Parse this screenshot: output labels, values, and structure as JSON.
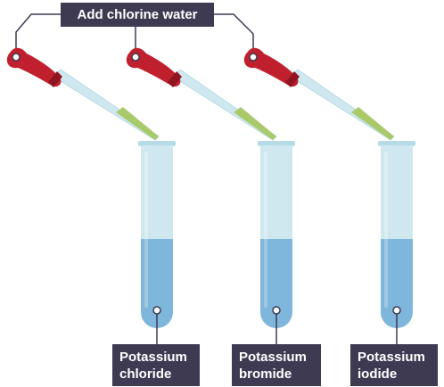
{
  "header_label": "Add chlorine water",
  "colors": {
    "label_bg": "#3d3a52",
    "bulb": "#c0202e",
    "bulb_dark": "#8f1620",
    "glass": "#cfe8f0",
    "glass_edge": "#b7dbe6",
    "solution": "#7fb6db",
    "chlorine_water": "#a9c96a",
    "connector": "#3d3a52"
  },
  "tubes": [
    {
      "line1": "Potassium",
      "line2": "chloride"
    },
    {
      "line1": "Potassium",
      "line2": "bromide"
    },
    {
      "line1": "Potassium",
      "line2": "iodide"
    }
  ],
  "droppers": [
    {
      "icon": "dropper-icon"
    },
    {
      "icon": "dropper-icon"
    },
    {
      "icon": "dropper-icon"
    }
  ]
}
